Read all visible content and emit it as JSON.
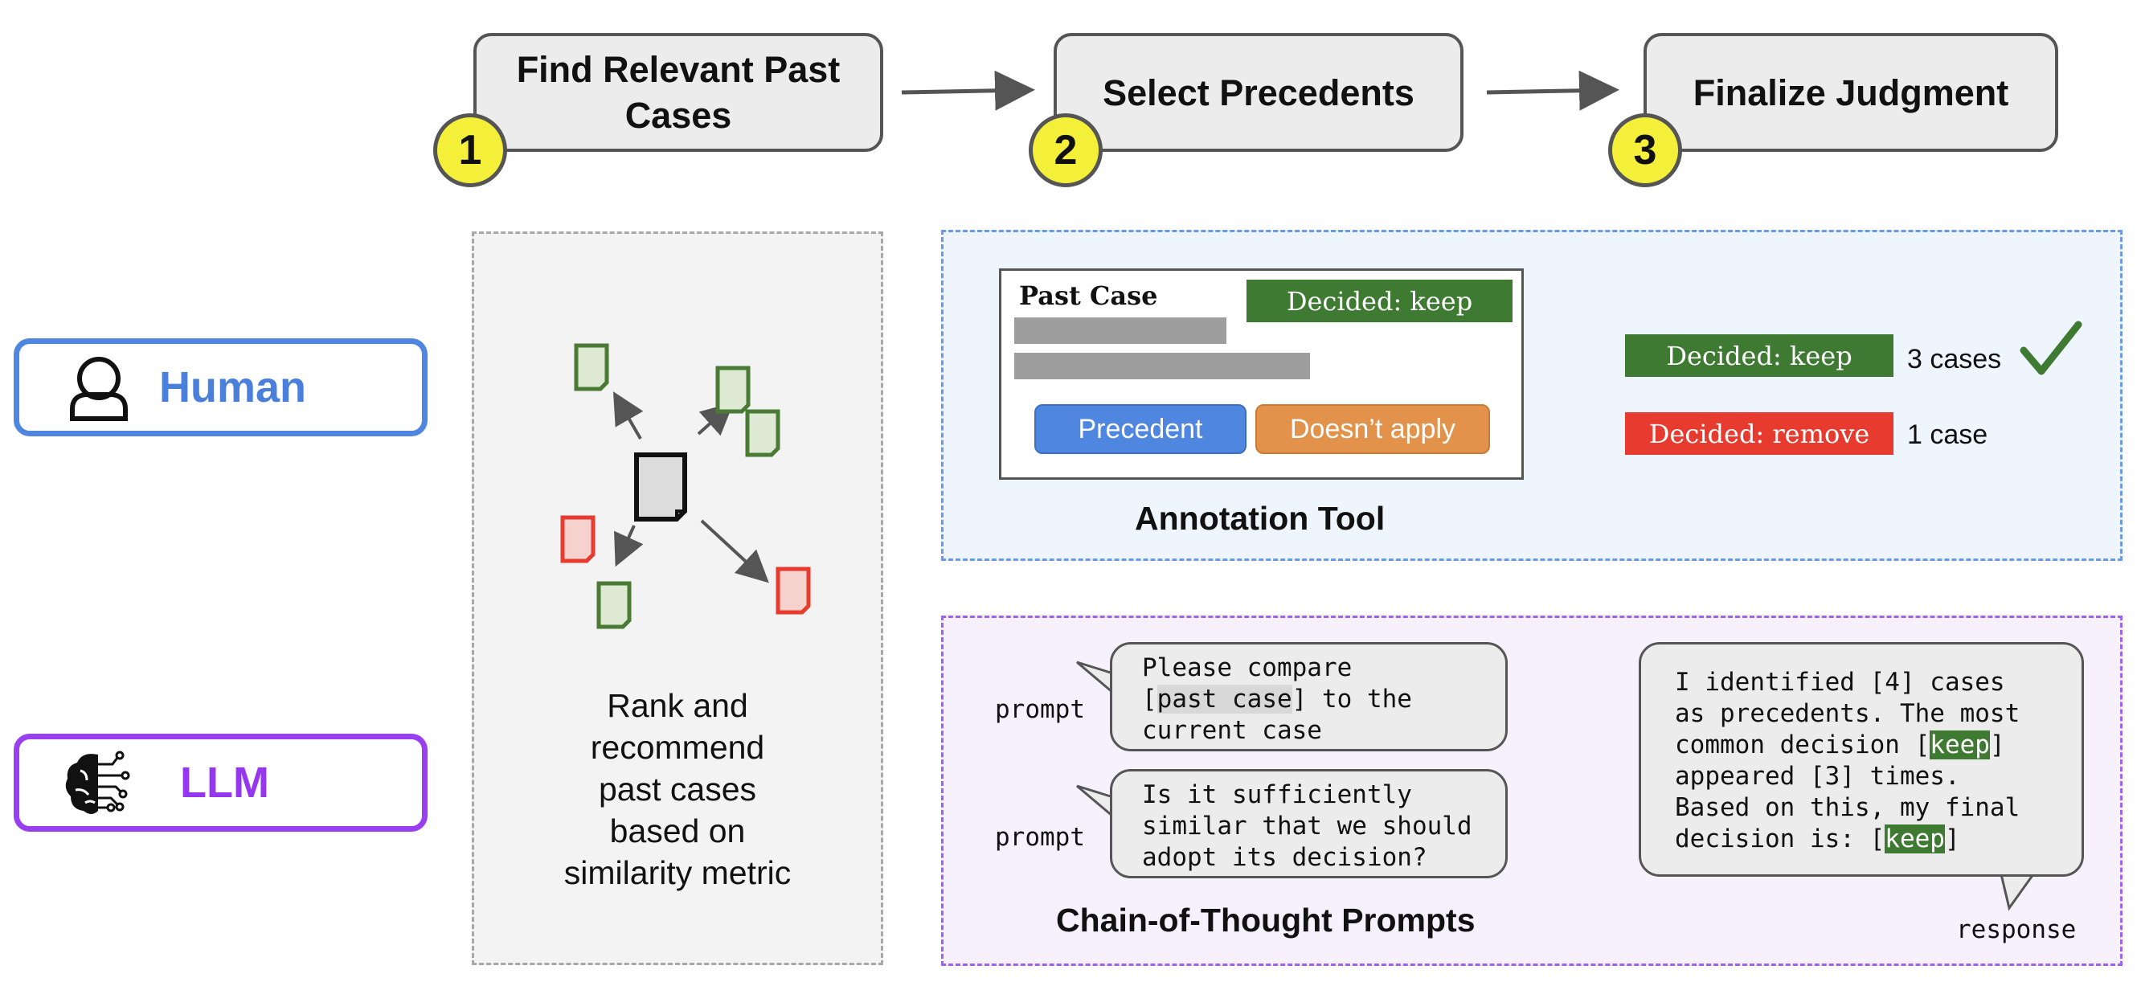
{
  "steps": [
    {
      "number": "1",
      "label_line1": "Find Relevant Past",
      "label_line2": "Cases"
    },
    {
      "number": "2",
      "label": "Select Precedents"
    },
    {
      "number": "3",
      "label": "Finalize Judgment"
    }
  ],
  "actors": {
    "human": {
      "label": "Human",
      "icon": "person-icon",
      "color": "#4f86e0"
    },
    "llm": {
      "label": "LLM",
      "icon": "brain-circuit-icon",
      "color": "#9a3ff0"
    }
  },
  "retrieval": {
    "text_lines": [
      "Rank and",
      "recommend",
      "past cases",
      "based on",
      "similarity metric"
    ]
  },
  "annotation_tool": {
    "title": "Past Case",
    "decided_tag": "Decided: keep",
    "precedent_button": "Precedent",
    "doesnt_apply_button": "Doesn’t apply",
    "label": "Annotation Tool",
    "tally": [
      {
        "tag": "Decided: keep",
        "count": "3 cases",
        "color": "#3f7a33"
      },
      {
        "tag": "Decided: remove",
        "count": "1 case",
        "color": "#e63b2e"
      }
    ]
  },
  "cot": {
    "label": "Chain-of-Thought Prompts",
    "prompt_speaker": "prompt",
    "prompt1": {
      "line1": "Please compare",
      "line2_pre": "[",
      "line2_hl": "past case",
      "line2_post": "] to the",
      "line3": "current case"
    },
    "prompt2_lines": [
      "Is it sufficiently",
      "similar that we should",
      "adopt its decision?"
    ],
    "response": {
      "line1": "I identified [4] cases",
      "line2": "as precedents. The most",
      "line3_pre": "common decision [",
      "line3_hl": "keep",
      "line3_post": "]",
      "line4": "appeared [3] times.",
      "line5": "Based on this, my final",
      "line6_pre": "decision is: [",
      "line6_hl": "keep",
      "line6_post": "]"
    },
    "response_speaker": "response"
  },
  "colors": {
    "green": "#3f7a33",
    "red": "#e63b2e",
    "yellow": "#f4f03a",
    "blue": "#4f86e0",
    "purple": "#9a3ff0"
  }
}
